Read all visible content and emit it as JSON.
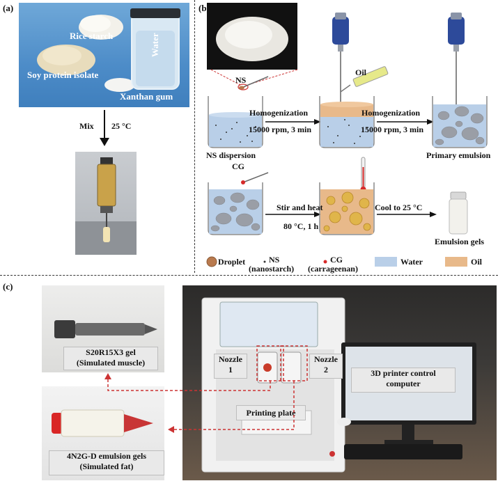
{
  "panel_a": {
    "label": "(a)",
    "ingredients": {
      "rice_starch": "Rice starch",
      "soy_protein": "Soy protein isolate",
      "water": "Water",
      "xanthan": "Xanthan gum"
    },
    "mix_label": "Mix",
    "temp_label": "25 °C"
  },
  "panel_b": {
    "label": "(b)",
    "ns_label": "NS",
    "oil_label": "Oil",
    "cg_label": "CG",
    "ns_dispersion": "NS dispersion",
    "homog1_title": "Homogenization",
    "homog1_params": "15000 rpm, 3 min",
    "homog2_title": "Homogenization",
    "homog2_params": "15000 rpm, 3 min",
    "primary_emulsion": "Primary emulsion",
    "stir_title": "Stir and heat",
    "stir_params": "80 °C, 1 h",
    "cool_label": "Cool to 25 °C",
    "emulsion_gels": "Emulsion gels",
    "legend": {
      "droplet": "Droplet",
      "ns": "NS",
      "ns_sub": "(nanostarch)",
      "cg": "CG",
      "cg_sub": "(carrageenan)",
      "water": "Water",
      "oil": "Oil"
    },
    "colors": {
      "water": "#b9cfe8",
      "oil": "#e8b98a",
      "droplet": "#b97a4e",
      "cg": "#d62a2a"
    }
  },
  "panel_c": {
    "label": "(c)",
    "muscle_line1": "S20R15X3 gel",
    "muscle_line2": "(Simulated muscle)",
    "fat_line1": "4N2G-D emulsion gels",
    "fat_line2": "(Simulated fat)",
    "nozzle1_line1": "Nozzle",
    "nozzle1_line2": "1",
    "nozzle2_line1": "Nozzle",
    "nozzle2_line2": "2",
    "computer_line1": "3D printer control",
    "computer_line2": "computer",
    "printing_plate": "Printing plate"
  }
}
